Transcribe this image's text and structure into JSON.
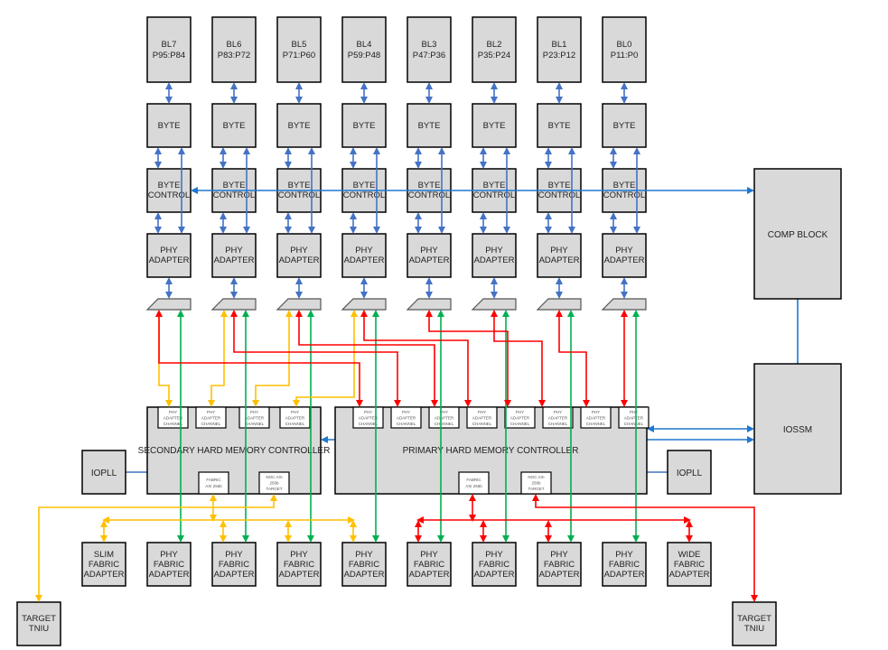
{
  "diagram": {
    "title": "Memory subsystem block diagram",
    "byte_lanes": [
      {
        "id": "BL7",
        "pins": "P95:P84"
      },
      {
        "id": "BL6",
        "pins": "P83:P72"
      },
      {
        "id": "BL5",
        "pins": "P71:P60"
      },
      {
        "id": "BL4",
        "pins": "P59:P48"
      },
      {
        "id": "BL3",
        "pins": "P47:P36"
      },
      {
        "id": "BL2",
        "pins": "P35:P24"
      },
      {
        "id": "BL1",
        "pins": "P23:P12"
      },
      {
        "id": "BL0",
        "pins": "P11:P0"
      }
    ],
    "byte_label": "BYTE",
    "byte_control_label": [
      "BYTE",
      "CONTROL"
    ],
    "phy_adapter_label": [
      "PHY",
      "ADAPTER"
    ],
    "phy_adapter_channel_label": [
      "PHY",
      "ADAPTER",
      "CHANNEL"
    ],
    "comp_block_label": "COMP BLOCK",
    "iossm_label": "IOSSM",
    "iopll_label": "IOPLL",
    "secondary_hmc_label": "SECONDARY HARD MEMORY CONTROLLER",
    "primary_hmc_label": "PRIMARY  HARD MEMORY CONTROLLER",
    "fabric_axi_label": [
      "FABRIC",
      "AXI 256b"
    ],
    "noc_axi_label": [
      "NOC AXI",
      "256b",
      "TARGET"
    ],
    "fabric_adapters": [
      {
        "label": [
          "SLIM",
          "FABRIC",
          "ADAPTER"
        ]
      },
      {
        "label": [
          "PHY",
          "FABRIC",
          "ADAPTER"
        ]
      },
      {
        "label": [
          "PHY",
          "FABRIC",
          "ADAPTER"
        ]
      },
      {
        "label": [
          "PHY",
          "FABRIC",
          "ADAPTER"
        ]
      },
      {
        "label": [
          "PHY",
          "FABRIC",
          "ADAPTER"
        ]
      },
      {
        "label": [
          "PHY",
          "FABRIC",
          "ADAPTER"
        ]
      },
      {
        "label": [
          "PHY",
          "FABRIC",
          "ADAPTER"
        ]
      },
      {
        "label": [
          "PHY",
          "FABRIC",
          "ADAPTER"
        ]
      },
      {
        "label": [
          "PHY",
          "FABRIC",
          "ADAPTER"
        ]
      },
      {
        "label": [
          "WIDE",
          "FABRIC",
          "ADAPTER"
        ]
      }
    ],
    "target_tniu_label": [
      "TARGET",
      "TNIU"
    ],
    "colors": {
      "box_fill": "#d9d9d9",
      "blue": "#4472c4",
      "blue_dark": "#1f77d0",
      "red": "#ff0000",
      "yellow": "#ffc000",
      "green": "#00b050"
    }
  }
}
